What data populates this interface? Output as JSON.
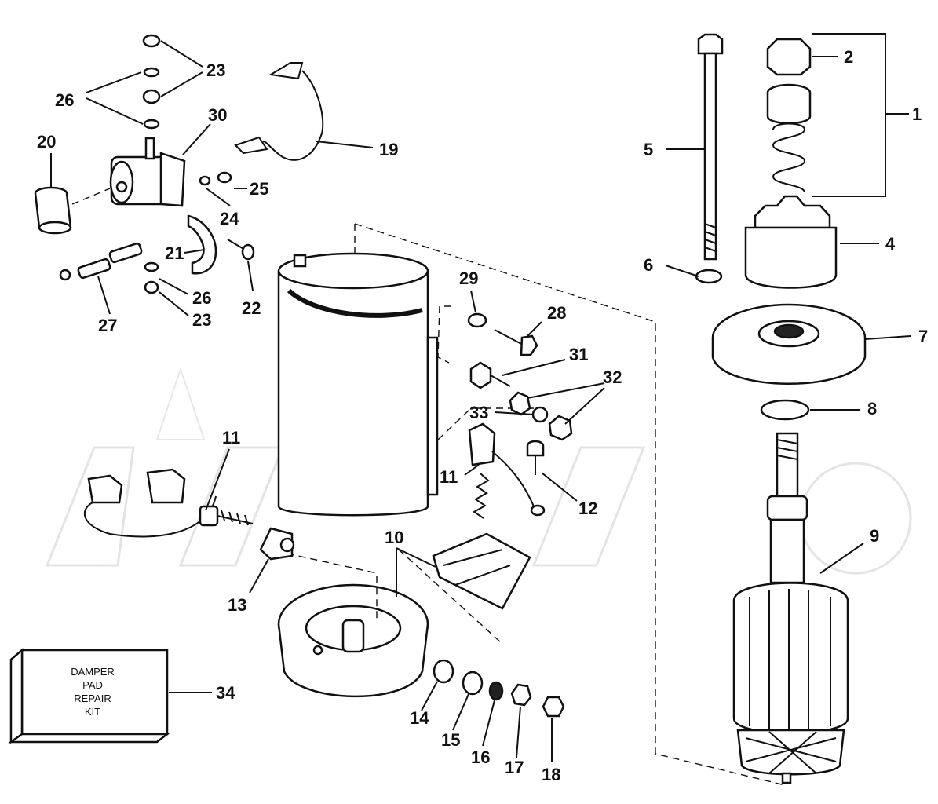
{
  "diagram": {
    "callouts": [
      "1",
      "2",
      "4",
      "5",
      "6",
      "7",
      "8",
      "9",
      "10",
      "11",
      "11",
      "12",
      "13",
      "14",
      "15",
      "16",
      "17",
      "18",
      "19",
      "20",
      "21",
      "22",
      "23",
      "23",
      "24",
      "25",
      "26",
      "26",
      "27",
      "28",
      "29",
      "30",
      "31",
      "32",
      "33",
      "34"
    ],
    "kit_box": {
      "lines": [
        "DAMPER",
        "PAD",
        "REPAIR",
        "KIT"
      ]
    }
  },
  "colors": {
    "ink": "#111111",
    "paper": "#ffffff",
    "watermark": "#cfcfcf"
  }
}
